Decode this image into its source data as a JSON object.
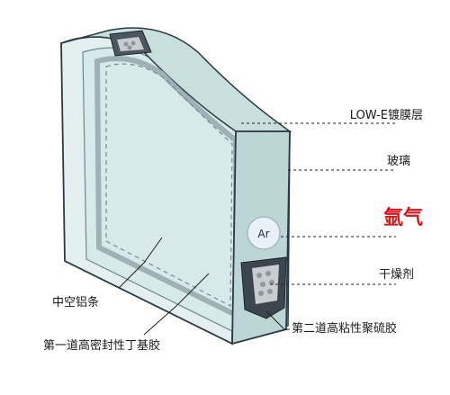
{
  "labels": {
    "low_e_coating": "LOW-E镀膜层",
    "glass": "玻璃",
    "argon_gas": "氩气",
    "argon_symbol": "Ar",
    "desiccant": "干燥剂",
    "secondary_sealant": "第二道高粘性聚硫胶",
    "aluminum_spacer": "中空铝条",
    "primary_sealant": "第一道高密封性丁基胶"
  },
  "colors": {
    "glass_face": "#e3f0ef",
    "glass_edge": "#b9d3d2",
    "outline": "#2b3a44",
    "gas_label": "#d4151b"
  }
}
